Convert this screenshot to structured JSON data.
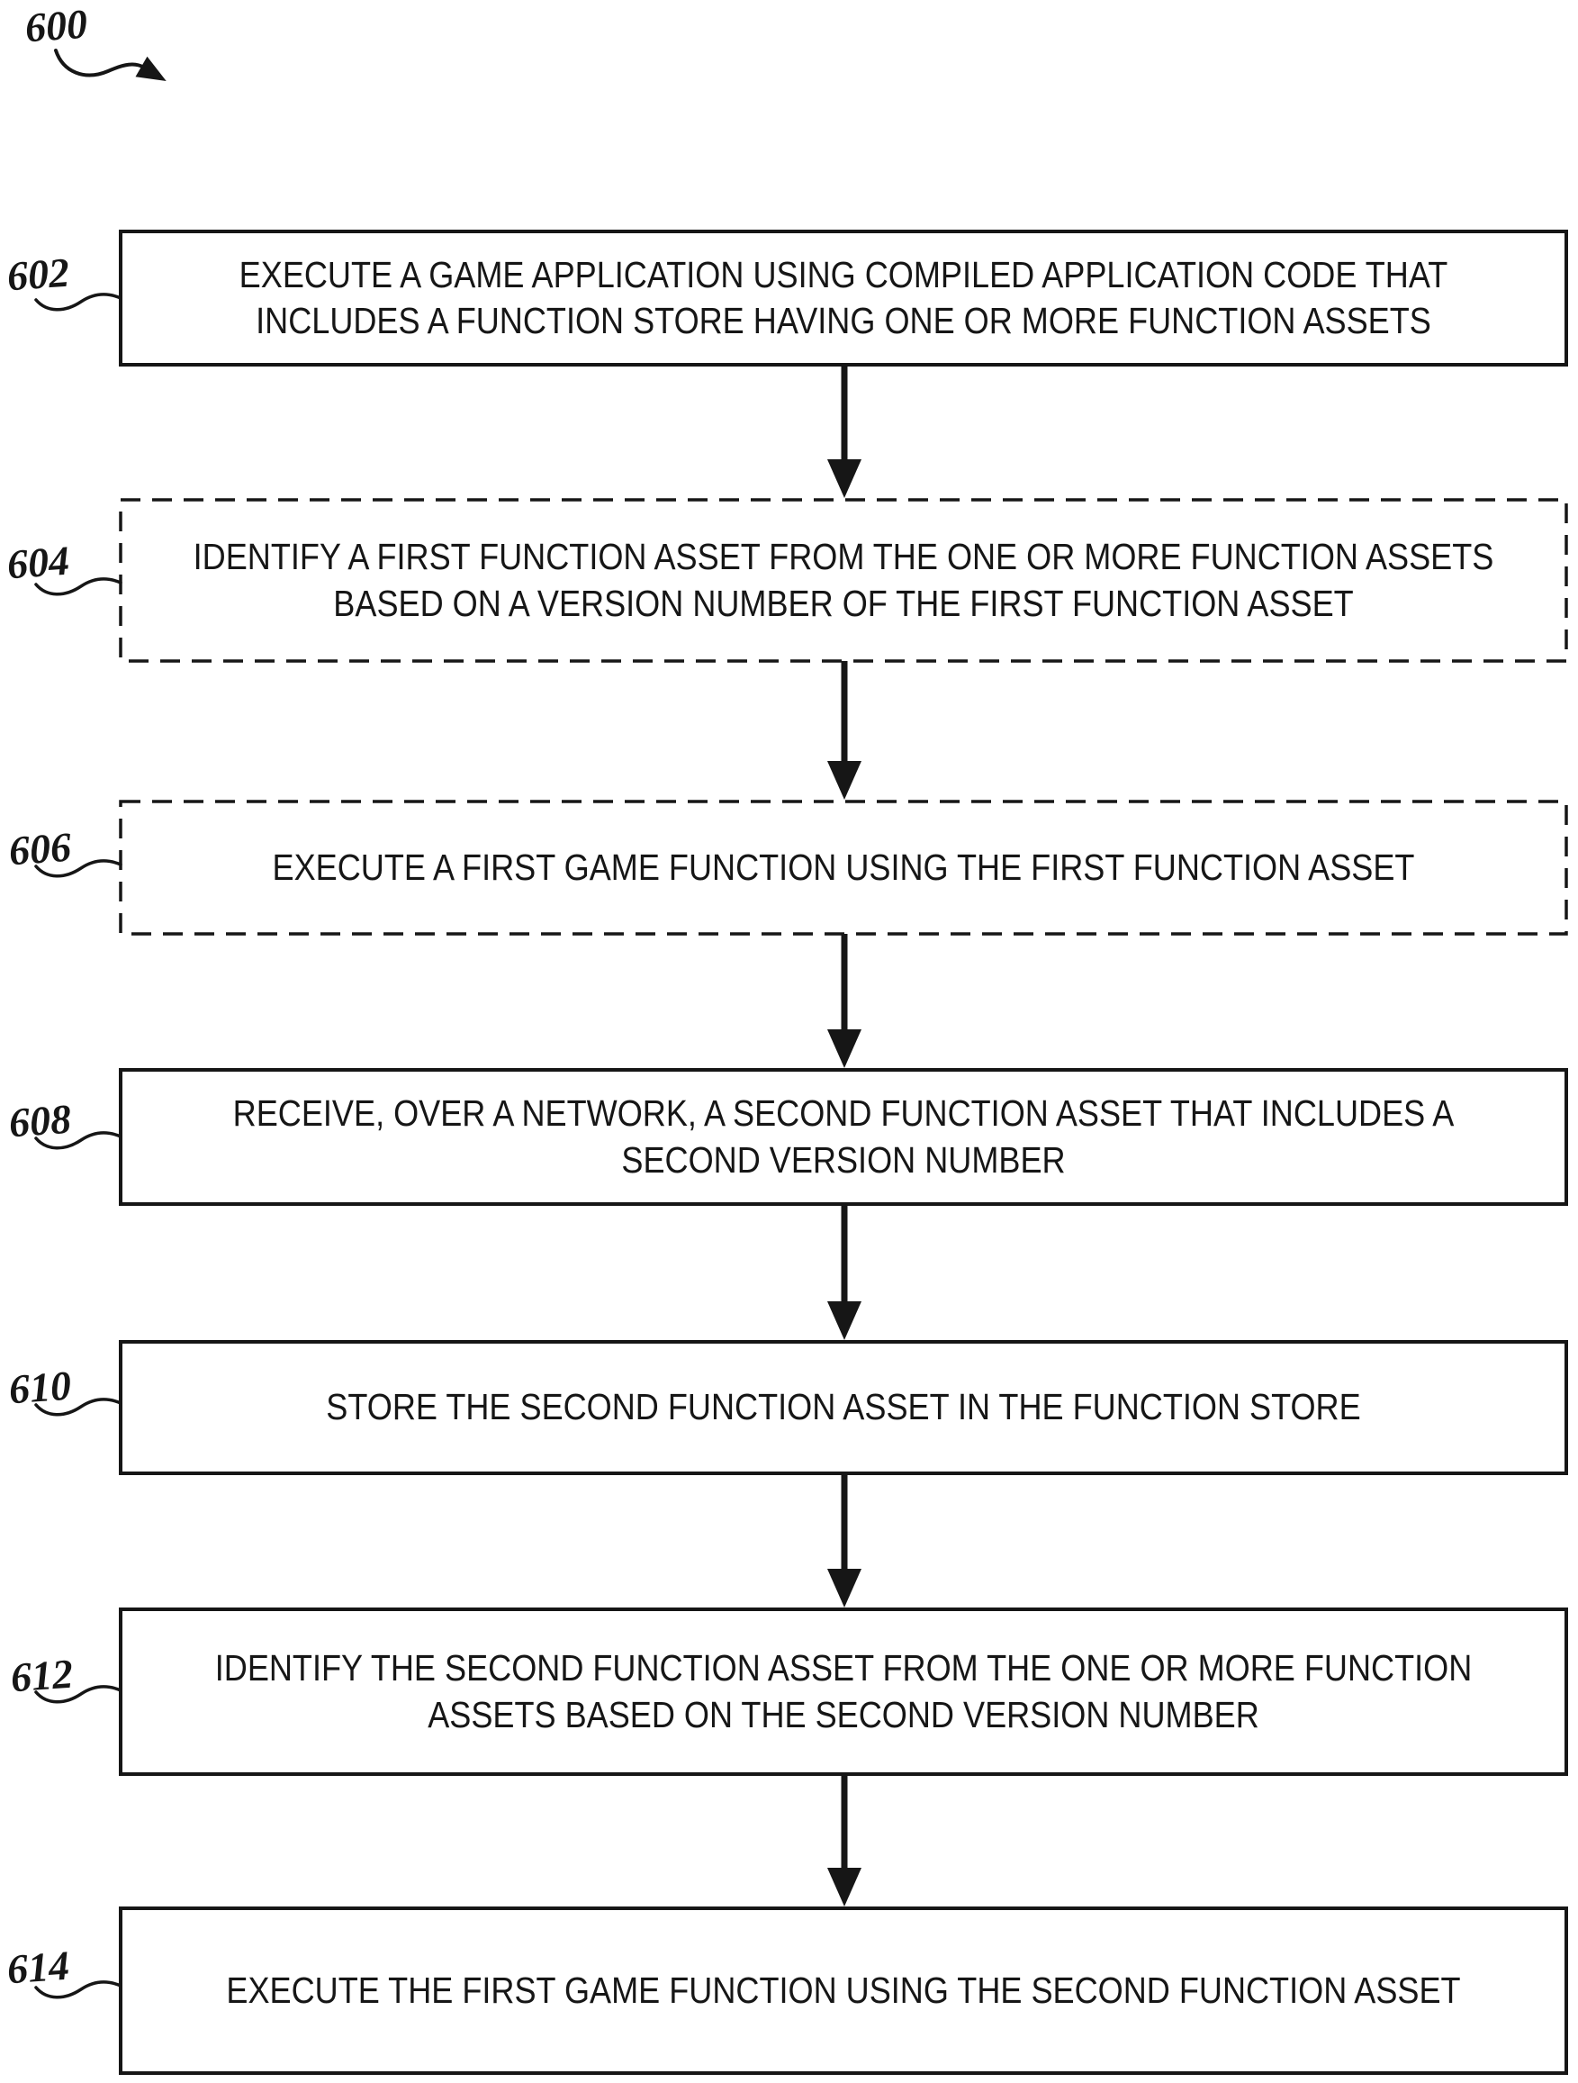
{
  "figure": {
    "figure_label": "600",
    "colors": {
      "ink": "#161616",
      "background": "#ffffff"
    },
    "steps": [
      {
        "ref": "602",
        "border": "solid",
        "text": "EXECUTE A GAME APPLICATION USING COMPILED APPLICATION CODE THAT\nINCLUDES A FUNCTION STORE HAVING ONE OR MORE FUNCTION ASSETS"
      },
      {
        "ref": "604",
        "border": "dashed",
        "text": "IDENTIFY A FIRST FUNCTION ASSET FROM THE ONE OR MORE FUNCTION ASSETS\nBASED ON A VERSION NUMBER OF THE FIRST FUNCTION ASSET"
      },
      {
        "ref": "606",
        "border": "dashed",
        "text": "EXECUTE A FIRST GAME FUNCTION USING THE FIRST FUNCTION ASSET"
      },
      {
        "ref": "608",
        "border": "solid",
        "text": "RECEIVE, OVER A NETWORK, A SECOND FUNCTION ASSET THAT INCLUDES A\nSECOND VERSION NUMBER"
      },
      {
        "ref": "610",
        "border": "solid",
        "text": "STORE THE SECOND FUNCTION ASSET IN THE FUNCTION STORE"
      },
      {
        "ref": "612",
        "border": "solid",
        "text": "IDENTIFY THE SECOND FUNCTION ASSET FROM THE ONE OR MORE FUNCTION\nASSETS BASED ON THE SECOND VERSION NUMBER"
      },
      {
        "ref": "614",
        "border": "solid",
        "text": "EXECUTE THE FIRST GAME FUNCTION USING THE SECOND FUNCTION ASSET"
      }
    ]
  }
}
